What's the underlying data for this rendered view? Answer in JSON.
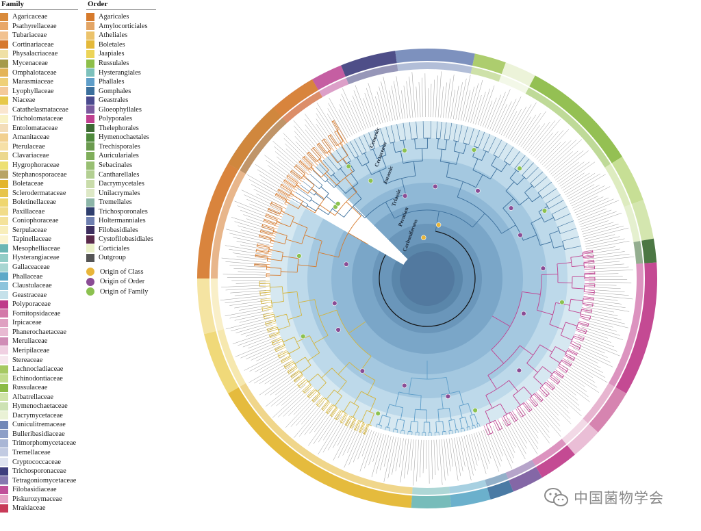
{
  "legend": {
    "family_title": "Family",
    "order_title": "Order",
    "families": [
      {
        "label": "Agaricaceae",
        "color": "#d98a3a"
      },
      {
        "label": "Psathyrellaceae",
        "color": "#e8a768"
      },
      {
        "label": "Tubariaceae",
        "color": "#f2c290"
      },
      {
        "label": "Cortinariaceae",
        "color": "#d6782f"
      },
      {
        "label": "Physalacriaceae",
        "color": "#efe0a5"
      },
      {
        "label": "Mycenaceae",
        "color": "#a59a4a"
      },
      {
        "label": "Omphalotaceae",
        "color": "#e4b456"
      },
      {
        "label": "Marasmiaceae",
        "color": "#efd078"
      },
      {
        "label": "Lyophyllaceae",
        "color": "#f4c99a"
      },
      {
        "label": "Niaceae",
        "color": "#e7c84b"
      },
      {
        "label": "Catathelasmataceae",
        "color": "#fae6cf"
      },
      {
        "label": "Tricholomataceae",
        "color": "#f9f2c6"
      },
      {
        "label": "Entolomataceae",
        "color": "#f3ddb9"
      },
      {
        "label": "Amanitaceae",
        "color": "#f2d08f"
      },
      {
        "label": "Pterulaceae",
        "color": "#f6e0a7"
      },
      {
        "label": "Clavariaceae",
        "color": "#ecd88d"
      },
      {
        "label": "Hygrophoraceae",
        "color": "#ede072"
      },
      {
        "label": "Stephanosporaceae",
        "color": "#b8a466"
      },
      {
        "label": "Boletaceae",
        "color": "#e3b52c"
      },
      {
        "label": "Sclerodermataceae",
        "color": "#e7c44a"
      },
      {
        "label": "Boletinellaceae",
        "color": "#efd66e"
      },
      {
        "label": "Paxillaceae",
        "color": "#f1dc89"
      },
      {
        "label": "Coniophoraceae",
        "color": "#f4e29a"
      },
      {
        "label": "Serpulaceae",
        "color": "#f8eebb"
      },
      {
        "label": "Tapinellaceae",
        "color": "#fbf4d0"
      },
      {
        "label": "Mesophelliaceae",
        "color": "#6bb6b4"
      },
      {
        "label": "Hysterangiaceae",
        "color": "#92cdc7"
      },
      {
        "label": "Gallaceaceae",
        "color": "#a8d6d2"
      },
      {
        "label": "Phallaceae",
        "color": "#5ea9c8"
      },
      {
        "label": "Claustulaceae",
        "color": "#8ec4dc"
      },
      {
        "label": "Geastraceae",
        "color": "#c5e1ea"
      },
      {
        "label": "Polyporaceae",
        "color": "#bf3b8a"
      },
      {
        "label": "Fomitopsidaceae",
        "color": "#d379a9"
      },
      {
        "label": "Irpicaceae",
        "color": "#dfa0c1"
      },
      {
        "label": "Phanerochaetaceae",
        "color": "#e8b9d2"
      },
      {
        "label": "Meruliaceae",
        "color": "#d08cb6"
      },
      {
        "label": "Meripilaceae",
        "color": "#f0d0e2"
      },
      {
        "label": "Stereaceae",
        "color": "#f7e8ef"
      },
      {
        "label": "Lachnocladiaceae",
        "color": "#a6c962"
      },
      {
        "label": "Echinodontiaceae",
        "color": "#c2dc8c"
      },
      {
        "label": "Russulaceae",
        "color": "#8bbb44"
      },
      {
        "label": "Albatrellaceae",
        "color": "#d0e4a8"
      },
      {
        "label": "Hymenochaetaceae",
        "color": "#cde2b4"
      },
      {
        "label": "Dacrymycetaceae",
        "color": "#eaf2d6"
      },
      {
        "label": "Cuniculitremaceae",
        "color": "#7288b8"
      },
      {
        "label": "Bulleribasidiaceae",
        "color": "#8d9fc7"
      },
      {
        "label": "Trimorphomycetaceae",
        "color": "#a9b6d5"
      },
      {
        "label": "Tremellaceae",
        "color": "#c2cbe2"
      },
      {
        "label": "Cryptococcaceae",
        "color": "#dfe4f1"
      },
      {
        "label": "Trichosporonaceae",
        "color": "#3f3f7e"
      },
      {
        "label": "Tetragoniomycetaceae",
        "color": "#8678b0"
      },
      {
        "label": "Filobasidiaceae",
        "color": "#c0509a"
      },
      {
        "label": "Piskurozymaceae",
        "color": "#e6a4c6"
      },
      {
        "label": "Mrakiaceae",
        "color": "#c83a58"
      }
    ],
    "orders": [
      {
        "label": "Agaricales",
        "color": "#d67a2c"
      },
      {
        "label": "Amylocorticiales",
        "color": "#e3a565"
      },
      {
        "label": "Atheliales",
        "color": "#ecc36b"
      },
      {
        "label": "Boletales",
        "color": "#e4b93a"
      },
      {
        "label": "Jaapiales",
        "color": "#ecd458"
      },
      {
        "label": "Russulales",
        "color": "#8ebf4a"
      },
      {
        "label": "Hysterangiales",
        "color": "#7dc1bc"
      },
      {
        "label": "Phallales",
        "color": "#5f9ec9"
      },
      {
        "label": "Gomphales",
        "color": "#3b6f9c"
      },
      {
        "label": "Geastrales",
        "color": "#4a4a8e"
      },
      {
        "label": "Gloeophyllales",
        "color": "#7a5a9e"
      },
      {
        "label": "Polyporales",
        "color": "#c04090"
      },
      {
        "label": "Thelephorales",
        "color": "#3d6b34"
      },
      {
        "label": "Hymenochaetales",
        "color": "#4f8a3c"
      },
      {
        "label": "Trechisporales",
        "color": "#6b9b4f"
      },
      {
        "label": "Auriculariales",
        "color": "#7fae5a"
      },
      {
        "label": "Sebacinales",
        "color": "#98bf72"
      },
      {
        "label": "Cantharellales",
        "color": "#b3cf92"
      },
      {
        "label": "Dacrymycetales",
        "color": "#c9dcaa"
      },
      {
        "label": "Unilacrymales",
        "color": "#dde8c6"
      },
      {
        "label": "Tremellales",
        "color": "#8cb5a8"
      },
      {
        "label": "Trichosporonales",
        "color": "#2e3e6e"
      },
      {
        "label": "Holtermanniales",
        "color": "#6e7fb0"
      },
      {
        "label": "Filobasidiales",
        "color": "#3d2e5e"
      },
      {
        "label": "Cystofilobasidiales",
        "color": "#5a2a4a"
      },
      {
        "label": "Corticiales",
        "color": "#eaf0c8"
      },
      {
        "label": "Outgroup",
        "color": "#555555"
      }
    ],
    "origins": [
      {
        "label": "Origin of Class",
        "color": "#e8b53a"
      },
      {
        "label": "Origin of Order",
        "color": "#8a4c94"
      },
      {
        "label": "Origin of Family",
        "color": "#8cc150"
      }
    ]
  },
  "tree": {
    "eras": [
      "Cenozoic",
      "Cretaceous",
      "Jurassic",
      "Triassic",
      "Permian",
      "Carboniferous"
    ],
    "background_colors": [
      "#d6e8f1",
      "#bdd9ea",
      "#a4c8e0",
      "#8fb8d6",
      "#7aa6c8",
      "#6a96ba",
      "#5a86aa"
    ]
  },
  "watermark": {
    "text": "中国菌物学会",
    "icon": "wechat-icon"
  }
}
